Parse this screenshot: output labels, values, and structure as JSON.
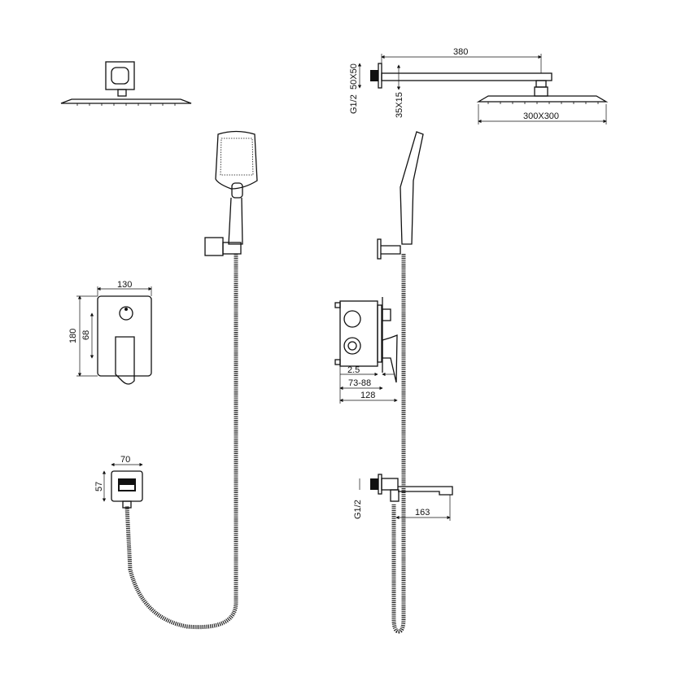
{
  "dimensions": {
    "arm_length": "380",
    "wall_plate": "50X50",
    "arm_thread": "G1/2",
    "arm_section": "35X15",
    "head_size": "300X300",
    "mixer_width": "130",
    "mixer_height": "180",
    "knob_offset": "68",
    "plate_gap": "2.5",
    "wall_depth": "73-88",
    "mixer_depth": "128",
    "outlet_width": "70",
    "outlet_height": "57",
    "spout_thread": "G1/2",
    "spout_length": "163"
  }
}
